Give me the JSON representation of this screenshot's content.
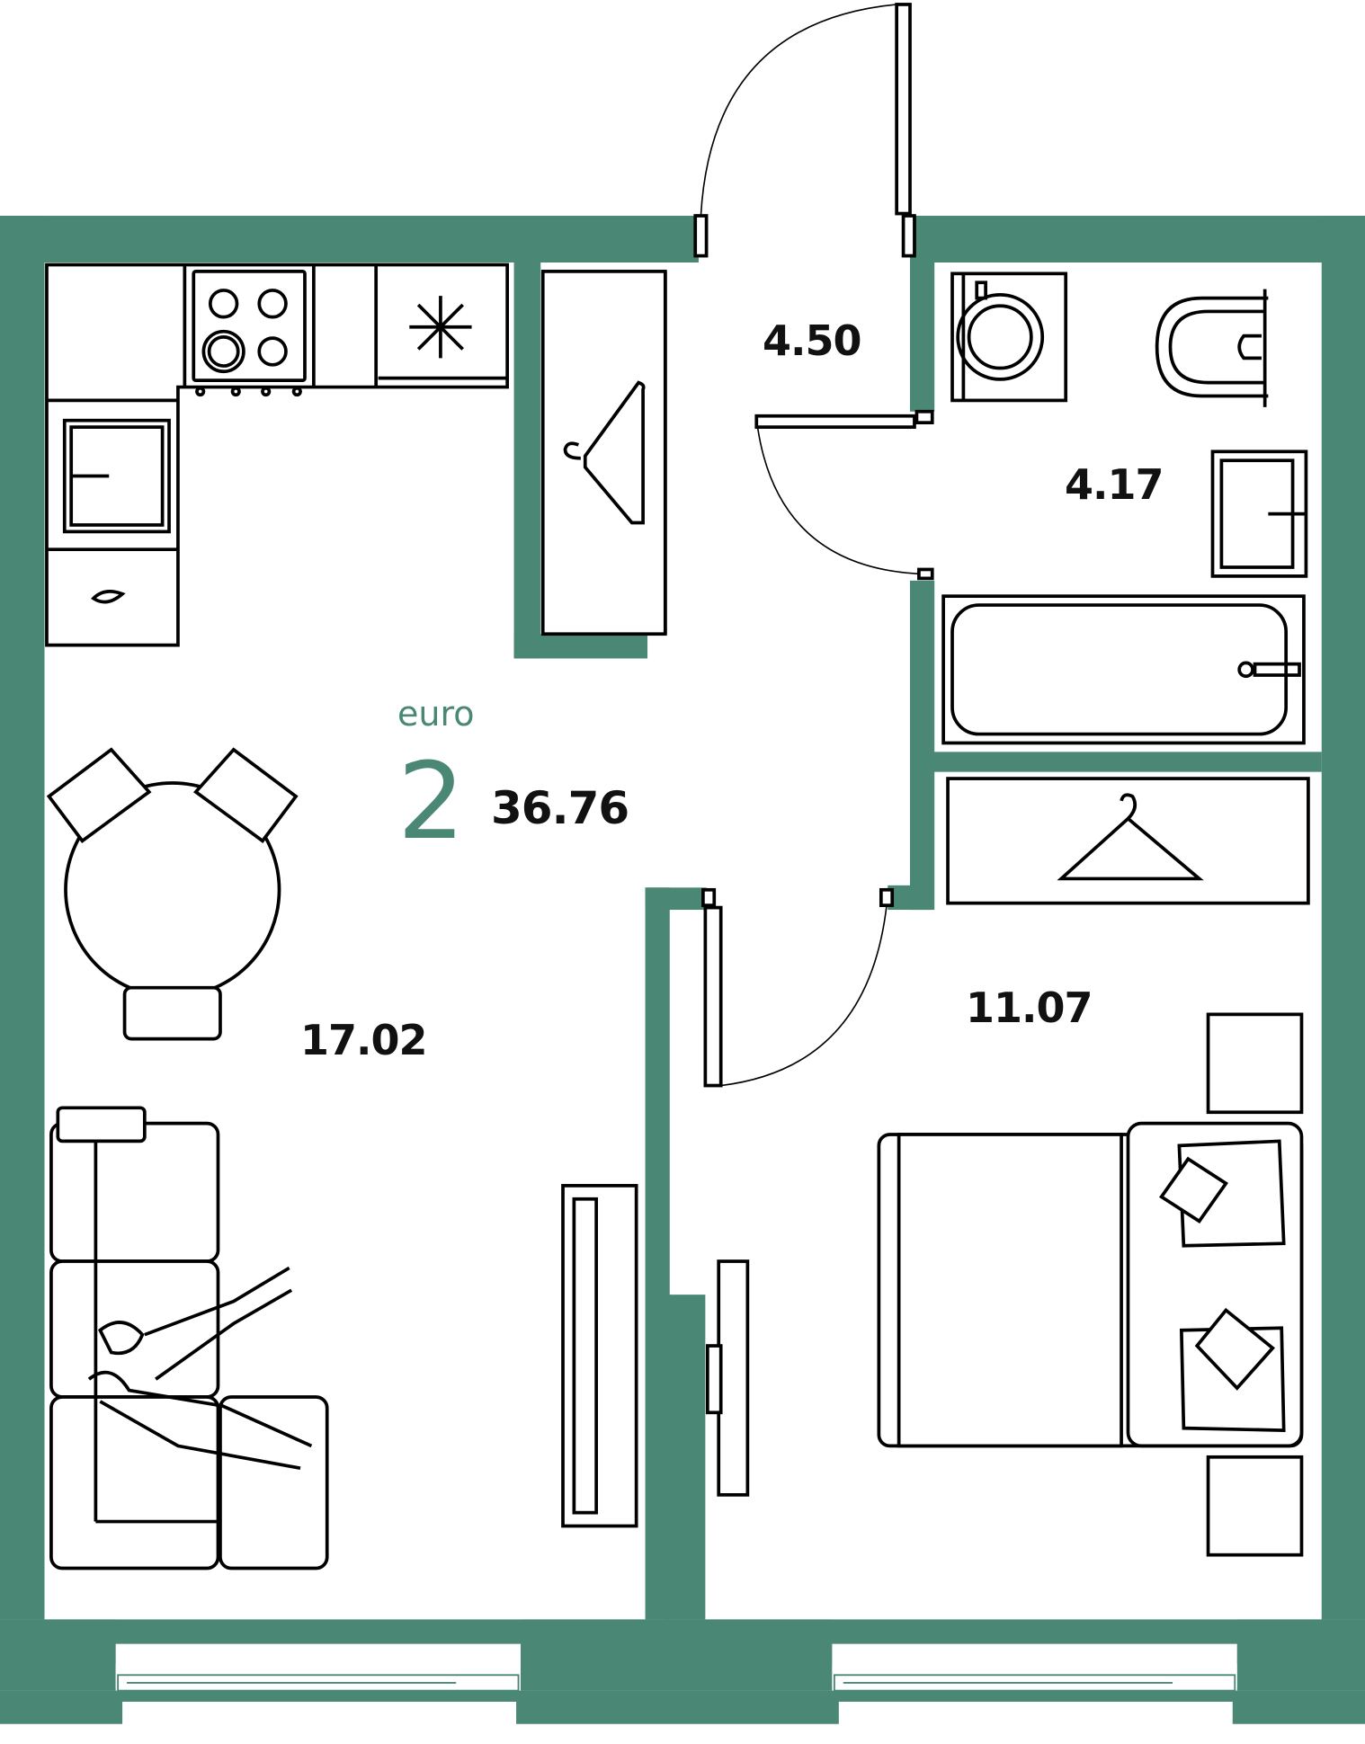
{
  "plan": {
    "type_label": "euro",
    "room_count": "2",
    "total_area": "36.76",
    "colors": {
      "wall": "#4a8775",
      "lines": "#000000",
      "background": "#ffffff"
    },
    "rooms": [
      {
        "name": "kitchen-living",
        "area": "17.02"
      },
      {
        "name": "hallway",
        "area": "4.50"
      },
      {
        "name": "bathroom",
        "area": "4.17"
      },
      {
        "name": "bedroom",
        "area": "11.07"
      }
    ],
    "icons": [
      "stove-icon",
      "fridge-snowflake-icon",
      "sink-icon",
      "wardrobe-hanger-icon",
      "washing-machine-icon",
      "toilet-icon",
      "washbasin-icon",
      "bathtub-icon",
      "dining-table-icon",
      "sofa-icon",
      "tv-icon",
      "bed-icon",
      "nightstand-icon",
      "window-icon",
      "door-icon"
    ]
  }
}
